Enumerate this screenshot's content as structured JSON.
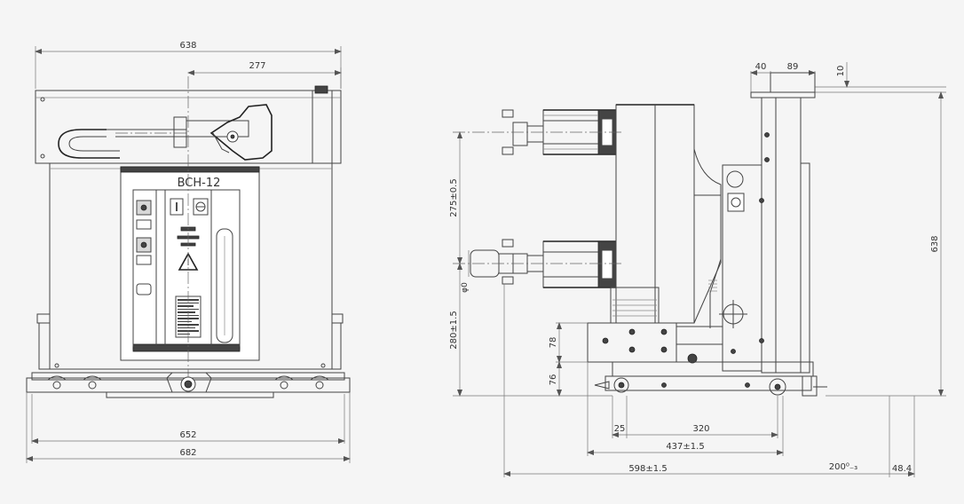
{
  "colors": {
    "background": "#f5f5f5",
    "line": "#444444"
  },
  "front_view": {
    "nameplate": "BCH-12",
    "dims": {
      "overall_top": "638",
      "center_offset": "277",
      "bottom_inner": "652",
      "bottom_outer": "682"
    }
  },
  "side_view": {
    "dims": {
      "top_a": "40",
      "top_b": "89",
      "top_c": "10",
      "height_right": "638",
      "contact_pitch": "275±0.5",
      "contact_diameter": "φ0",
      "contact_height": "280±1.5",
      "block_78": "78",
      "base_76": "76",
      "bottom_25": "25",
      "bottom_320": "320",
      "bottom_437": "437±1.5",
      "bottom_598": "598±1.5",
      "bottom_200": "200⁰₋₃",
      "bottom_48": "48.4"
    }
  }
}
